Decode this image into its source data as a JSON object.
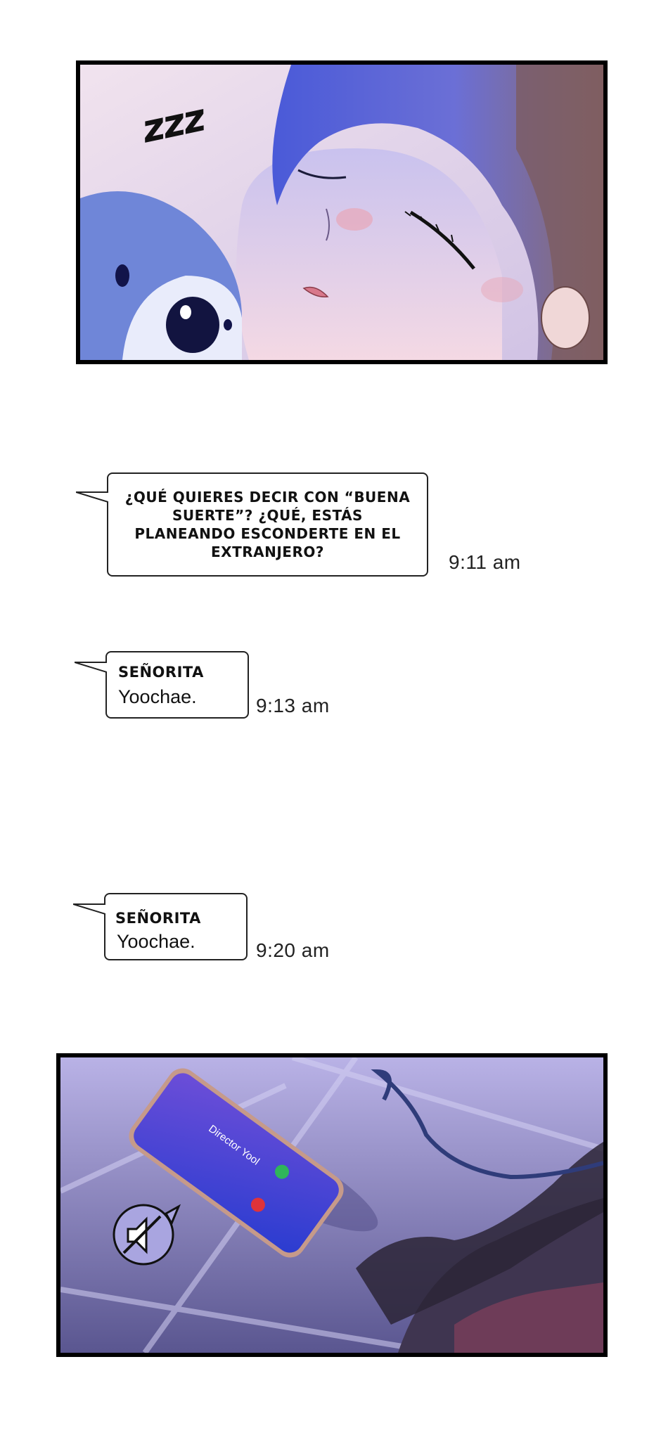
{
  "panel1": {
    "sound_effect": "zzz"
  },
  "messages": [
    {
      "text": "¿Qué quieres decir con “buena suerte”? ¿Qué, estás planeando esconderte en el extranjero?",
      "time": "9:11 am"
    },
    {
      "sender": "SEÑORITA",
      "text": "Yoochae.",
      "time": "9:13 am"
    },
    {
      "sender": "SEÑORITA",
      "text": "Yoochae.",
      "time": "9:20 am"
    }
  ],
  "panel2": {
    "caller_name": "Director Yool",
    "muted_icon": "speaker-muted-icon",
    "colors": {
      "phone_screen": "#3b3fd8",
      "accept": "#2fb55a",
      "decline": "#e0333a"
    }
  }
}
